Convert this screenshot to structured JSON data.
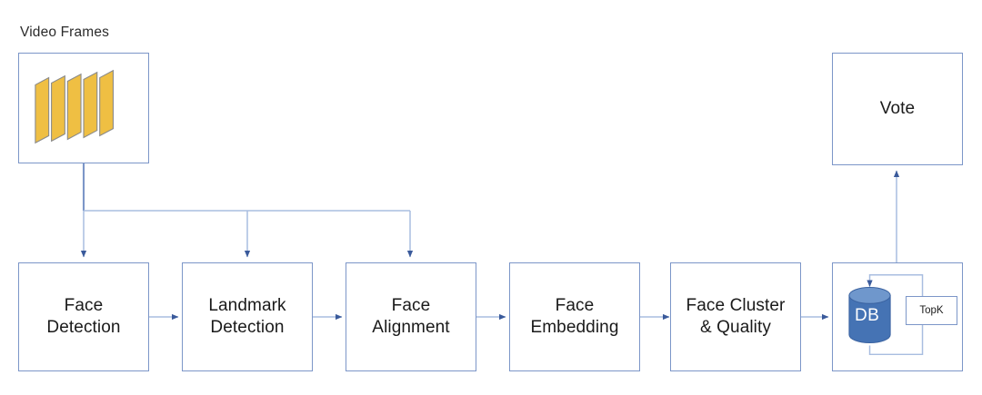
{
  "diagram": {
    "title_caption": "Video Frames",
    "colors": {
      "edge_blue": "#7c96c8",
      "arrow_blue": "#3a5a9b",
      "frame_yellow": "#efbf43",
      "frame_outline": "#8a8a8a",
      "db_body": "#4573b4",
      "db_top": "#6f97cc",
      "box_border": "#7c96c8",
      "text": "#1a1a1a",
      "background": "#ffffff"
    },
    "source": {
      "name": "video-frames",
      "label": "Video Frames",
      "frame_count": 5
    },
    "pipeline": [
      {
        "id": "face-detection",
        "label": "Face\nDetection"
      },
      {
        "id": "landmark-detection",
        "label": "Landmark\nDetection"
      },
      {
        "id": "face-alignment",
        "label": "Face\nAlignment"
      },
      {
        "id": "face-embedding",
        "label": "Face\nEmbedding"
      },
      {
        "id": "face-cluster",
        "label": "Face Cluster\n& Quality"
      }
    ],
    "store": {
      "id": "db-topk",
      "db_label": "DB",
      "topk_label": "TopK"
    },
    "output": {
      "id": "vote",
      "label": "Vote"
    },
    "edges": [
      {
        "from": "video-frames",
        "to": "face-detection",
        "kind": "branch"
      },
      {
        "from": "video-frames",
        "to": "landmark-detection",
        "kind": "branch"
      },
      {
        "from": "video-frames",
        "to": "face-alignment",
        "kind": "branch"
      },
      {
        "from": "face-detection",
        "to": "landmark-detection",
        "kind": "sequential"
      },
      {
        "from": "landmark-detection",
        "to": "face-alignment",
        "kind": "sequential"
      },
      {
        "from": "face-alignment",
        "to": "face-embedding",
        "kind": "sequential"
      },
      {
        "from": "face-embedding",
        "to": "face-cluster",
        "kind": "sequential"
      },
      {
        "from": "face-cluster",
        "to": "db-topk",
        "kind": "sequential"
      },
      {
        "from": "db-topk",
        "to": "db-topk",
        "kind": "loop"
      },
      {
        "from": "db-topk",
        "to": "vote",
        "kind": "up"
      }
    ]
  }
}
